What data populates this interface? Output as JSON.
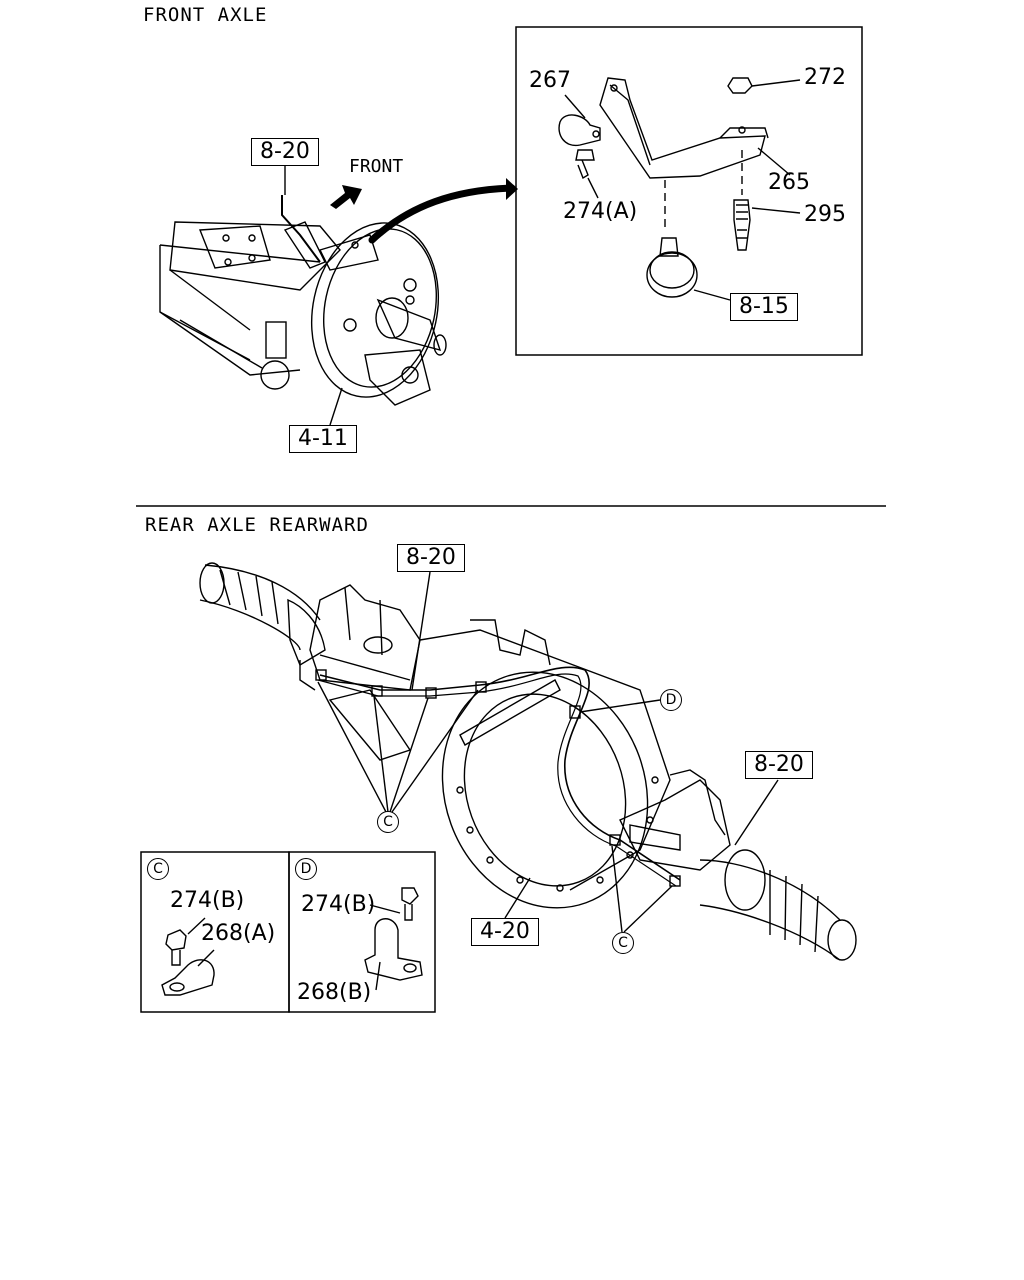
{
  "sections": {
    "front": "FRONT AXLE",
    "rear": "REAR AXLE REARWARD"
  },
  "front_labels": {
    "ref_8_20": "8-20",
    "front_dir": "FRONT",
    "ref_4_11": "4-11",
    "p267": "267",
    "p272": "272",
    "p265": "265",
    "p274a": "274(A)",
    "p295": "295",
    "ref_8_15": "8-15"
  },
  "rear_labels": {
    "ref_8_20_top": "8-20",
    "ref_8_20_right": "8-20",
    "ref_4_20": "4-20",
    "callout_d": "D",
    "callout_c1": "C",
    "callout_c2": "C"
  },
  "detail_c": {
    "marker": "C",
    "p274b": "274(B)",
    "p268a": "268(A)"
  },
  "detail_d": {
    "marker": "D",
    "p274b": "274(B)",
    "p268b": "268(B)"
  }
}
